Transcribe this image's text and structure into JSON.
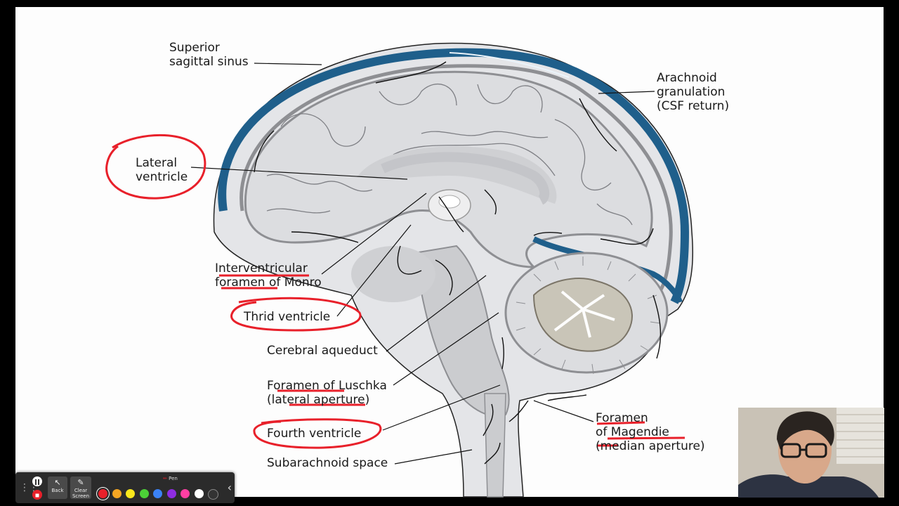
{
  "labels": {
    "superior_sagittal_sinus": [
      "Superior",
      "sagittal sinus"
    ],
    "arachnoid_granulation": [
      "Arachnoid",
      "granulation",
      "(CSF return)"
    ],
    "lateral_ventricle": [
      "Lateral",
      "ventricle"
    ],
    "interventricular_foramen": [
      "Interventricular",
      "foramen of Monro"
    ],
    "third_ventricle": "Thrid ventricle",
    "cerebral_aqueduct": "Cerebral aqueduct",
    "foramen_luschka": [
      "Foramen of Luschka",
      "(lateral aperture)"
    ],
    "fourth_ventricle": "Fourth ventricle",
    "subarachnoid_space": "Subarachnoid space",
    "foramen_magendie": [
      "Foramen",
      "of Magendie",
      "(median aperture)"
    ]
  },
  "toolbar": {
    "back_label": "Back",
    "clear_label": "Clear Screen",
    "pen_label": "Pen",
    "colors": [
      "#e8202a",
      "#f5a623",
      "#f8e71c",
      "#4cd137",
      "#3b82f6",
      "#8e2de2",
      "#ff3fa4",
      "#ffffff",
      "#333333"
    ],
    "selected_color": "#e8202a"
  },
  "colors": {
    "sinus_blue": "#1f5f8b",
    "annotation_red": "#e8202a",
    "brain_fill": "#dcdde0",
    "outline_gray": "#8e8f93"
  }
}
